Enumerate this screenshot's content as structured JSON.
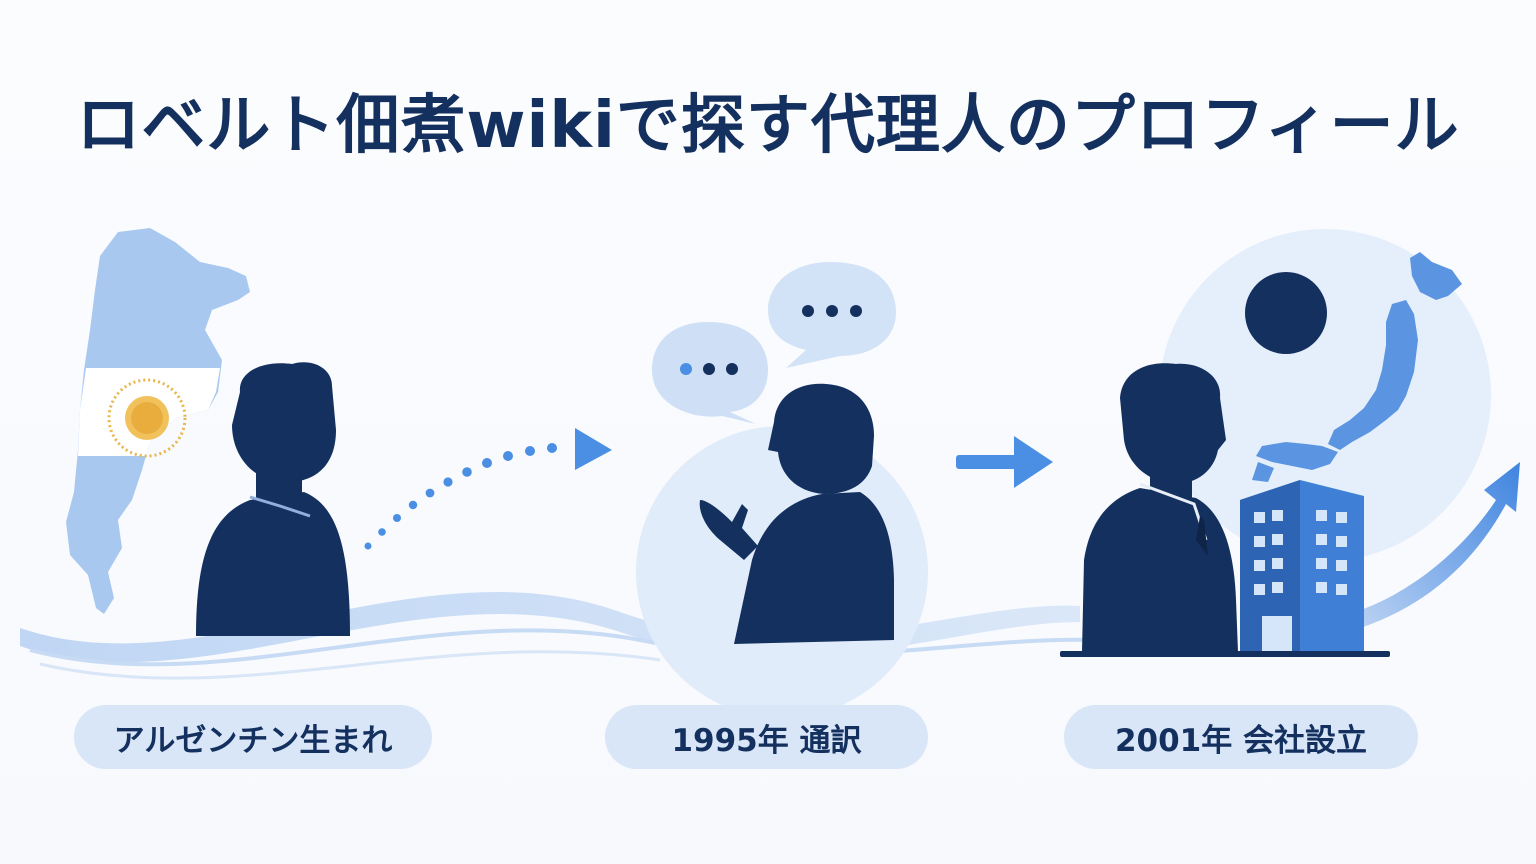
{
  "title": "ロベルト佃煮wikiで探す代理人のプロフィール",
  "stages": [
    {
      "label": "アルゼンチン生まれ"
    },
    {
      "label": "1995年 通訳"
    },
    {
      "label": "2001年 会社設立"
    }
  ],
  "colors": {
    "navy": "#14305e",
    "accent_blue": "#4a8fe3",
    "light_blue": "#d9e6f8",
    "sun_gold": "#e8b54a"
  }
}
